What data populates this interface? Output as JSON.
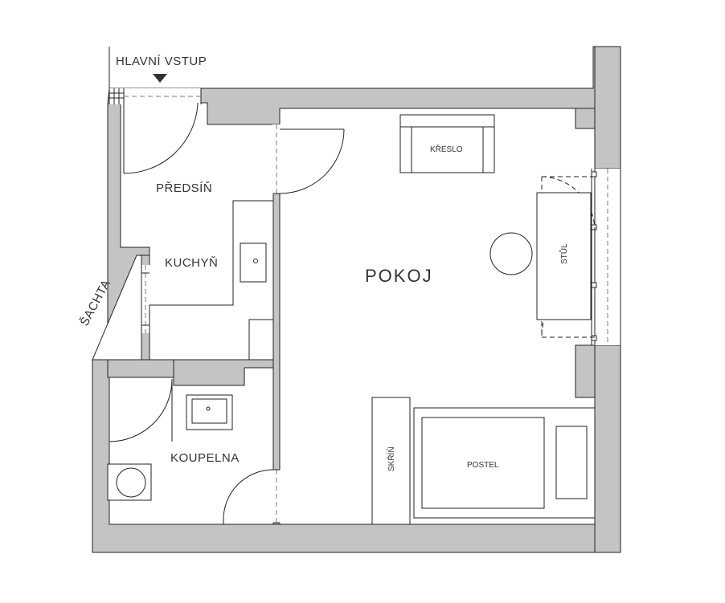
{
  "entry": {
    "label": "HLAVNÍ  VSTUP"
  },
  "rooms": {
    "predsin": "PŘEDSÍŇ",
    "kuchyn": "KUCHYŇ",
    "pokoj": "POKOJ",
    "koupelna": "KOUPELNA",
    "sachta": "ŠACHTA"
  },
  "furniture": {
    "kreslo": "KŘESLO",
    "stul": "STŮL",
    "skrin": "SKŘÍŇ",
    "postel": "POSTEL"
  },
  "colors": {
    "wall": "#c4c4c4",
    "line": "#222222",
    "thin": "#555555",
    "text": "#333333"
  }
}
